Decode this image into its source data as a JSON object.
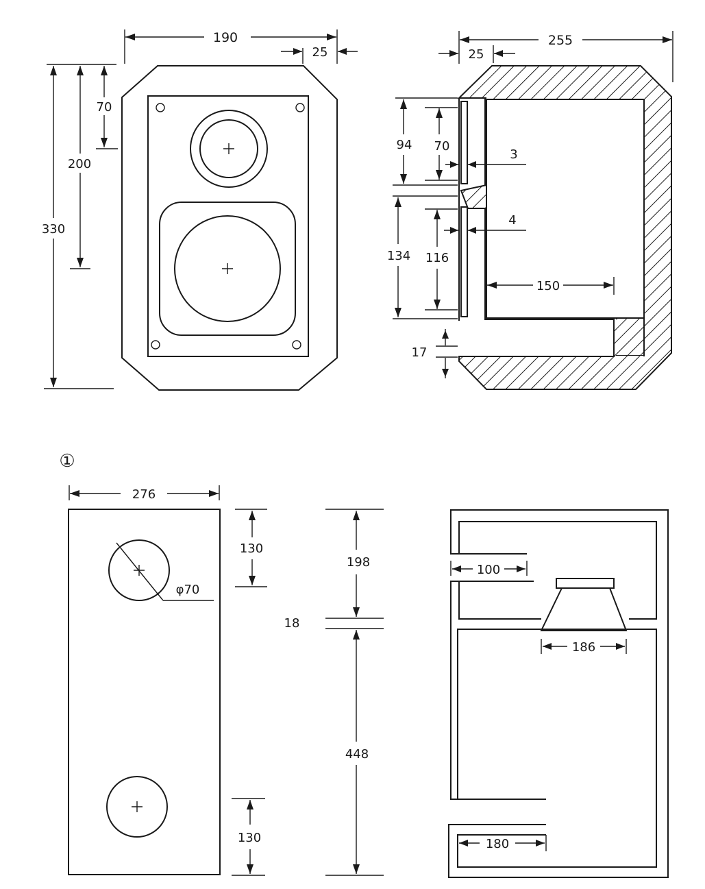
{
  "figure": {
    "number": "①"
  },
  "front_view": {
    "width": "190",
    "chamfer": "25",
    "height_total": "330",
    "height_to_woofer": "200",
    "height_to_tweeter": "70"
  },
  "side_section": {
    "depth": "255",
    "chamfer": "25",
    "tweeter_panel_height": "94",
    "tweeter_cutout": "70",
    "tweeter_recess": "3",
    "woofer_panel_height": "134",
    "woofer_cutout": "116",
    "woofer_recess": "4",
    "woofer_depth": "150",
    "bottom_gap": "17"
  },
  "baffle_layout": {
    "width": "276",
    "top_offset": "130",
    "hole_label": "φ70",
    "bottom_offset": "130"
  },
  "height_split": {
    "upper": "198",
    "divider": "18",
    "lower": "448"
  },
  "internal_section": {
    "upper_port": "100",
    "driver": "186",
    "lower_port": "180"
  },
  "hatch_color": "#1a1a1a",
  "line_color": "#1a1a1a"
}
